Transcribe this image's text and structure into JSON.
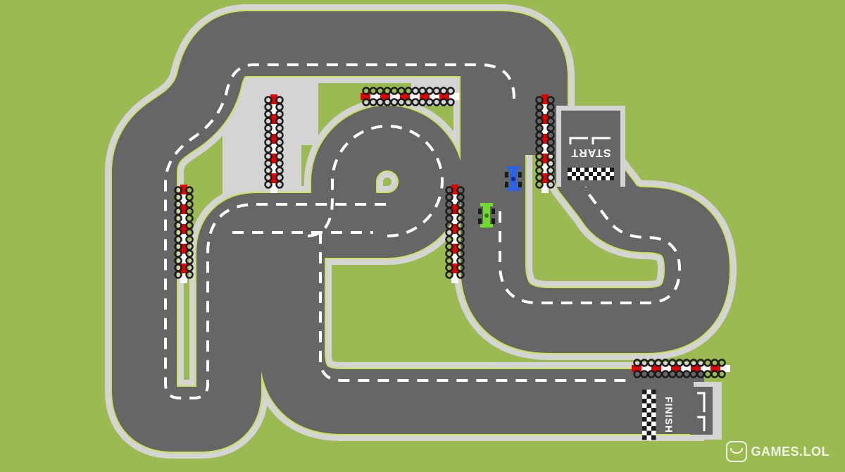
{
  "scene": {
    "grass_color": "#9bbb52",
    "curb_color": "#d4d4d4",
    "asphalt_color": "#666666",
    "edge_line_color": "#c8e25a",
    "lane_dash_color": "#ffffff",
    "barrier_red": "#e30000",
    "tire_color": "#1c1c1c"
  },
  "start": {
    "label": "START"
  },
  "finish": {
    "label": "FINISH"
  },
  "cars": [
    {
      "name": "blue",
      "color": "#2a63e6"
    },
    {
      "name": "green",
      "color": "#6fdb2d"
    }
  ],
  "watermark": {
    "text": "GAMES.LOL"
  }
}
